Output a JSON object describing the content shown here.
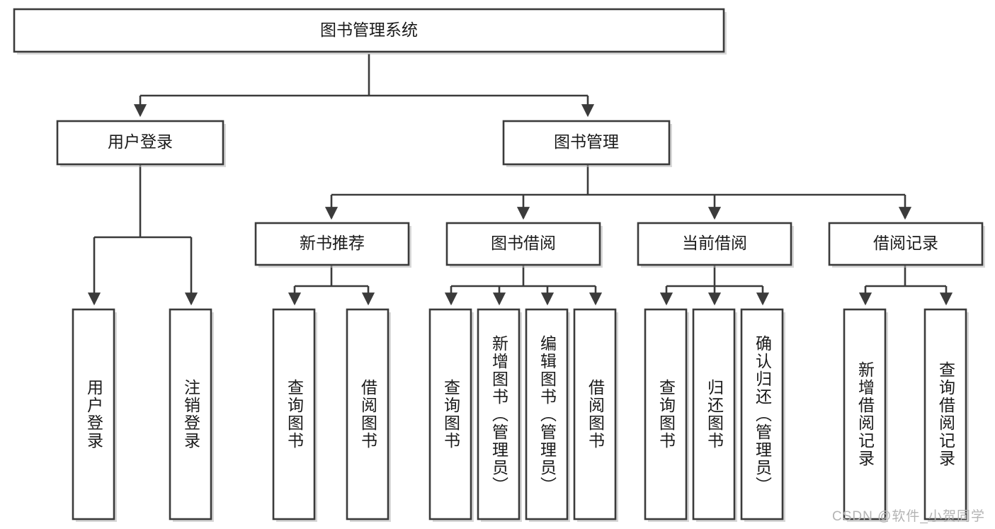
{
  "diagram": {
    "type": "tree",
    "title": "图书管理系统",
    "root": {
      "id": "root",
      "label": "图书管理系统"
    },
    "level2": [
      {
        "id": "user-login",
        "label": "用户登录"
      },
      {
        "id": "book-manage",
        "label": "图书管理"
      }
    ],
    "level3": [
      {
        "id": "new-book-recommend",
        "label": "新书推荐",
        "parent": "book-manage"
      },
      {
        "id": "book-borrow",
        "label": "图书借阅",
        "parent": "book-manage"
      },
      {
        "id": "current-borrow",
        "label": "当前借阅",
        "parent": "book-manage"
      },
      {
        "id": "borrow-record",
        "label": "借阅记录",
        "parent": "book-manage"
      }
    ],
    "leaves": [
      {
        "id": "leaf-user-login",
        "label": "用户登录",
        "parent": "user-login"
      },
      {
        "id": "leaf-user-logout",
        "label": "注销登录",
        "parent": "user-login"
      },
      {
        "id": "leaf-query-book-1",
        "label": "查询图书",
        "parent": "new-book-recommend"
      },
      {
        "id": "leaf-borrow-book-1",
        "label": "借阅图书",
        "parent": "new-book-recommend"
      },
      {
        "id": "leaf-query-book-2",
        "label": "查询图书",
        "parent": "book-borrow"
      },
      {
        "id": "leaf-add-book",
        "label": "新增图书（管理员）",
        "parent": "book-borrow"
      },
      {
        "id": "leaf-edit-book",
        "label": "编辑图书（管理员）",
        "parent": "book-borrow"
      },
      {
        "id": "leaf-borrow-book-2",
        "label": "借阅图书",
        "parent": "book-borrow"
      },
      {
        "id": "leaf-query-book-3",
        "label": "查询图书",
        "parent": "current-borrow"
      },
      {
        "id": "leaf-return-book",
        "label": "归还图书",
        "parent": "current-borrow"
      },
      {
        "id": "leaf-confirm-return",
        "label": "确认归还（管理员）",
        "parent": "current-borrow"
      },
      {
        "id": "leaf-add-record",
        "label": "新增借阅记录",
        "parent": "borrow-record"
      },
      {
        "id": "leaf-query-record",
        "label": "查询借阅记录",
        "parent": "borrow-record"
      }
    ],
    "colors": {
      "box_fill": "#ffffff",
      "box_stroke": "#3b3b3b",
      "text": "#1a1a1a",
      "watermark": "#b4b4b4",
      "background": "#ffffff"
    }
  },
  "watermark": {
    "text": "CSDN @软件_小贺同学"
  }
}
